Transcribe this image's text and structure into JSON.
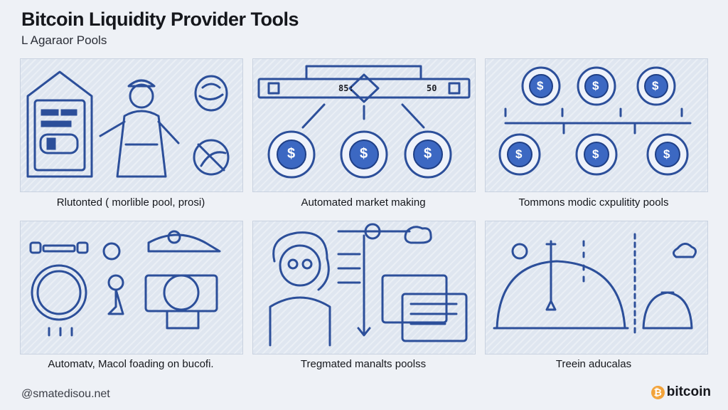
{
  "header": {
    "title": "Bitcoin Liquidity Provider Tools",
    "subtitle": "L Agaraor Pools"
  },
  "panels": [
    {
      "caption": "Rlutonted ( morlible pool, prosi)",
      "icon": "provider-figure-illustration"
    },
    {
      "caption": "Automated market making",
      "icon": "market-making-flow-illustration"
    },
    {
      "caption": "Tommons modic cxpulitity pools",
      "icon": "coin-network-illustration"
    },
    {
      "caption": "Automatv, Macol foading on bucofi.",
      "icon": "pool-gauge-illustration"
    },
    {
      "caption": "Tregmated manalts poolss",
      "icon": "analyst-chart-illustration"
    },
    {
      "caption": "Treein aducalas",
      "icon": "dome-pool-illustration"
    }
  ],
  "flow": {
    "left_label": "85:",
    "right_label": "50"
  },
  "coin_symbol": "$",
  "footer": {
    "handle": "@smatedisou.net",
    "brand": "bitcoin",
    "brand_symbol": "₿"
  },
  "colors": {
    "accent": "#2c4f9a",
    "panel": "#dfe6f0",
    "brand": "#f2a33a"
  }
}
